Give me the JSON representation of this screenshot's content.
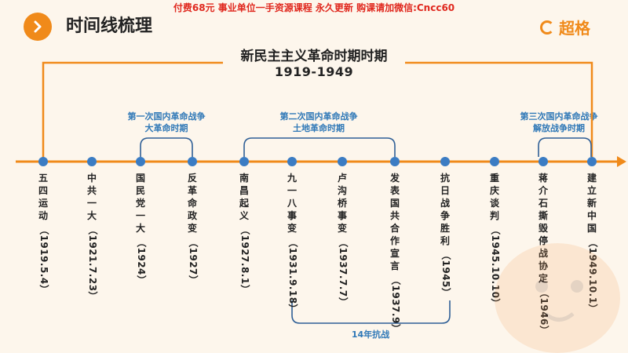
{
  "banner": "付费68元 事业单位一手资源课程 永久更新 购课请加微信:Cncc60",
  "header": {
    "title": "时间线梳理",
    "brand": "超格"
  },
  "period": {
    "title": "新民主主义革命时期时期",
    "years": "1919-1949"
  },
  "wars": [
    {
      "line1": "第一次国内革命战争",
      "line2": "大革命时期"
    },
    {
      "line1": "第二次国内革命战争",
      "line2": "土地革命时期"
    },
    {
      "line1": "第三次国内革命战争",
      "line2": "解放战争时期"
    }
  ],
  "anti_japanese": "14年抗战",
  "events": [
    {
      "name": "五四运动",
      "date": "（1919.5.4）"
    },
    {
      "name": "中共一大",
      "date": "（1921.7.23）"
    },
    {
      "name": "国民党一大",
      "date": "（1924）"
    },
    {
      "name": "反革命政变",
      "date": "（1927）"
    },
    {
      "name": "南昌起义",
      "date": "（1927.8.1）"
    },
    {
      "name": "九一八事变",
      "date": "（1931.9.18）"
    },
    {
      "name": "卢沟桥事变",
      "date": "（1937.7.7）"
    },
    {
      "name": "发表国共合作宣言",
      "date": "（1937.9）"
    },
    {
      "name": "抗日战争胜利",
      "date": "（1945）"
    },
    {
      "name": "重庆谈判",
      "date": "（1945.10.10）"
    },
    {
      "name": "蒋介石撕毁停战协定",
      "date": "（1946）"
    },
    {
      "name": "建立新中国",
      "date": "（1949.10.1）"
    }
  ],
  "colors": {
    "accent": "#f08a1a",
    "node": "#3b7cc3",
    "bracket": "#2f5f96",
    "label": "#2f78b7"
  }
}
